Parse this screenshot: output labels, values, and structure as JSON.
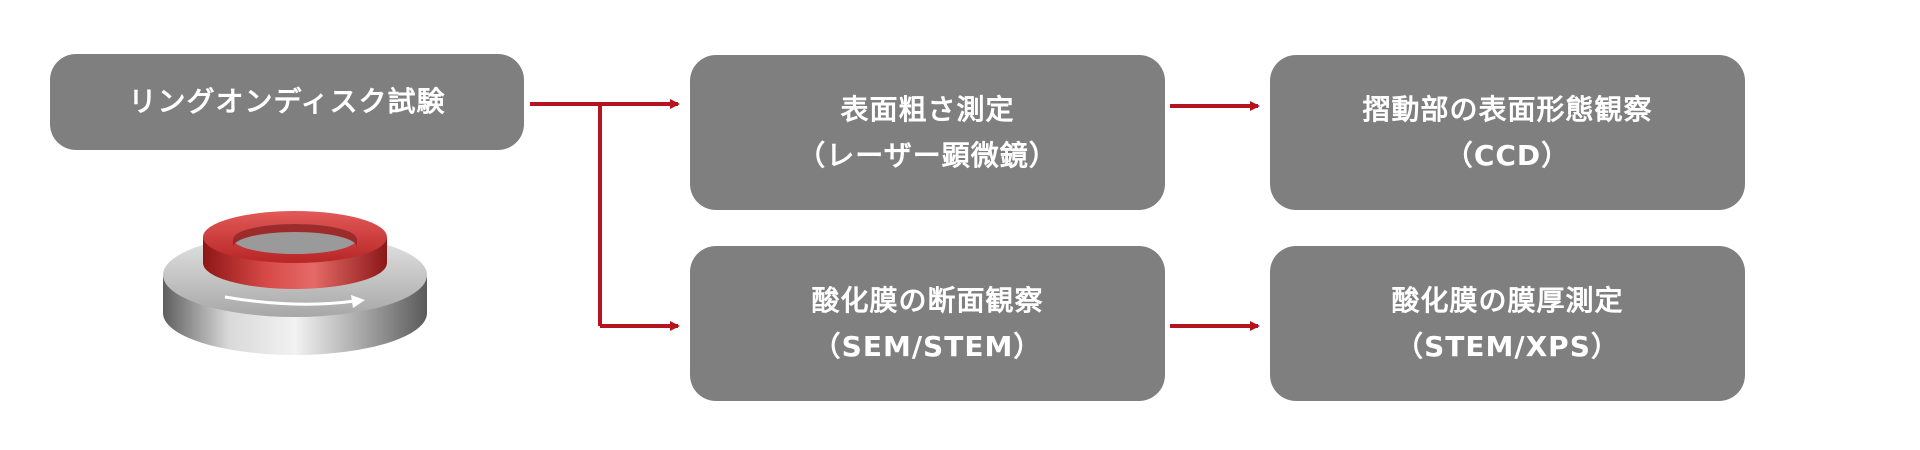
{
  "flow": {
    "start": {
      "label": "リングオンディスク試験"
    },
    "surface_roughness": {
      "line1": "表面粗さ測定",
      "line2": "（レーザー顕微鏡）"
    },
    "sliding_surface": {
      "line1": "摺動部の表面形態観察",
      "line2": "（CCD）"
    },
    "oxide_cross_section": {
      "line1": "酸化膜の断面観察",
      "line2": "（SEM/STEM）"
    },
    "oxide_thickness": {
      "line1": "酸化膜の膜厚測定",
      "line2": "（STEM/XPS）"
    }
  },
  "colors": {
    "box": "#7f7f7f",
    "text": "#ffffff",
    "arrow": "#b5131d",
    "ring": "#c8302f",
    "disk": "#9a9a9a"
  },
  "icons": {
    "illustration": "ring-on-disk-icon"
  }
}
